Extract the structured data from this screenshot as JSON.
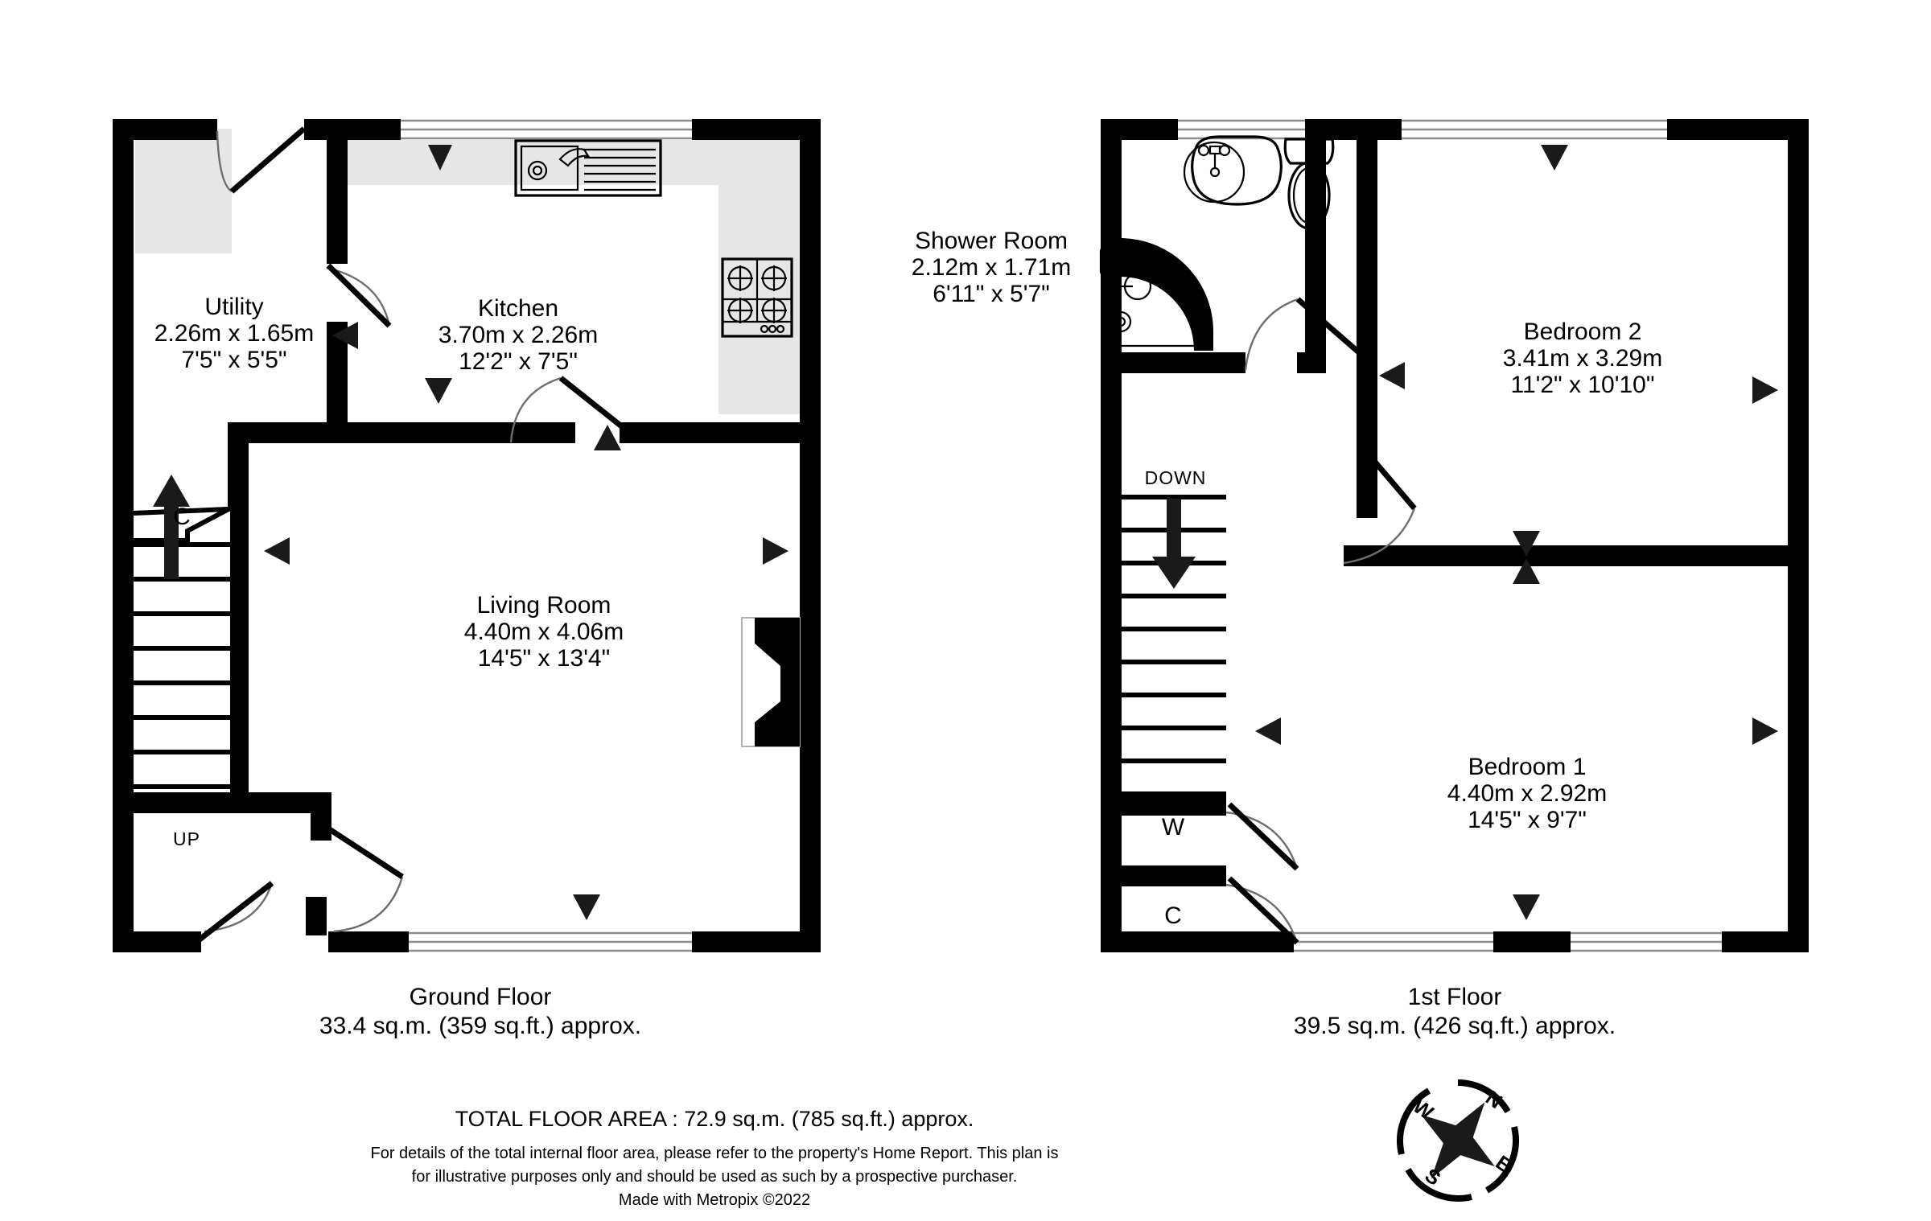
{
  "document": {
    "type": "floor-plan",
    "total_area_line": "TOTAL FLOOR AREA : 72.9 sq.m. (785 sq.ft.) approx.",
    "disclaimer_line_1": "For details of the total internal floor area, please refer to the property's Home Report. This plan is",
    "disclaimer_line_2": "for illustrative purposes only and should be used as such by a prospective purchaser.",
    "credit": "Made with Metropix ©2022"
  },
  "colors": {
    "wall": "#000000",
    "unit_fill": "#e6e6e6",
    "window_line": "#8c8c8c",
    "door_arc": "#6e6e6e",
    "background": "#ffffff"
  },
  "floors": [
    {
      "id": "ground",
      "title": "Ground Floor",
      "area": "33.4 sq.m. (359 sq.ft.) approx.",
      "rooms": [
        {
          "name": "Utility",
          "dim_metric": "2.26m  x 1.65m",
          "dim_imperial": "7'5\"  x 5'5\""
        },
        {
          "name": "Kitchen",
          "dim_metric": "3.70m  x 2.26m",
          "dim_imperial": "12'2\"  x 7'5\""
        },
        {
          "name": "Living Room",
          "dim_metric": "4.40m  x 4.06m",
          "dim_imperial": "14'5\"  x 13'4\""
        }
      ],
      "markers": [
        {
          "label": "C",
          "meaning": "cupboard"
        },
        {
          "label": "UP",
          "meaning": "stairs-up"
        }
      ],
      "fixtures": [
        "sink-with-drainer",
        "hob-four-burner",
        "worktop-units",
        "fireplace-recess",
        "staircase"
      ]
    },
    {
      "id": "first",
      "title": "1st Floor",
      "area": "39.5 sq.m. (426 sq.ft.) approx.",
      "rooms": [
        {
          "name": "Shower Room",
          "dim_metric": "2.12m  x 1.71m",
          "dim_imperial": "6'11\"  x 5'7\""
        },
        {
          "name": "Bedroom 2",
          "dim_metric": "3.41m  x 3.29m",
          "dim_imperial": "11'2\"  x 10'10\""
        },
        {
          "name": "Bedroom 1",
          "dim_metric": "4.40m  x 2.92m",
          "dim_imperial": "14'5\"  x 9'7\""
        }
      ],
      "markers": [
        {
          "label": "DOWN",
          "meaning": "stairs-down"
        },
        {
          "label": "W",
          "meaning": "wardrobe"
        },
        {
          "label": "C",
          "meaning": "cupboard"
        }
      ],
      "fixtures": [
        "wash-basin",
        "wc-toilet",
        "quadrant-shower-enclosure",
        "staircase"
      ]
    }
  ],
  "compass": {
    "north": "N",
    "east": "E",
    "south": "S",
    "west": "W"
  }
}
